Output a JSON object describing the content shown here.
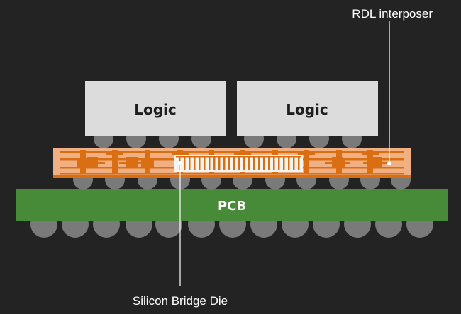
{
  "labels": {
    "rdl_interposer": "RDL interposer",
    "silicon_bridge_die": "Silicon Bridge Die",
    "pcb": "PCB"
  },
  "logic_dies": [
    {
      "label": "Logic"
    },
    {
      "label": "Logic"
    }
  ],
  "colors": {
    "background": "#232323",
    "logic_die": "#dcdcdc",
    "bump": "#7a7a7a",
    "interposer": "#f0b084",
    "interposer_trace": "#d96f12",
    "bridge_die": "#f4f4f0",
    "pcb": "#478a37",
    "callout_line": "#ffffff"
  }
}
